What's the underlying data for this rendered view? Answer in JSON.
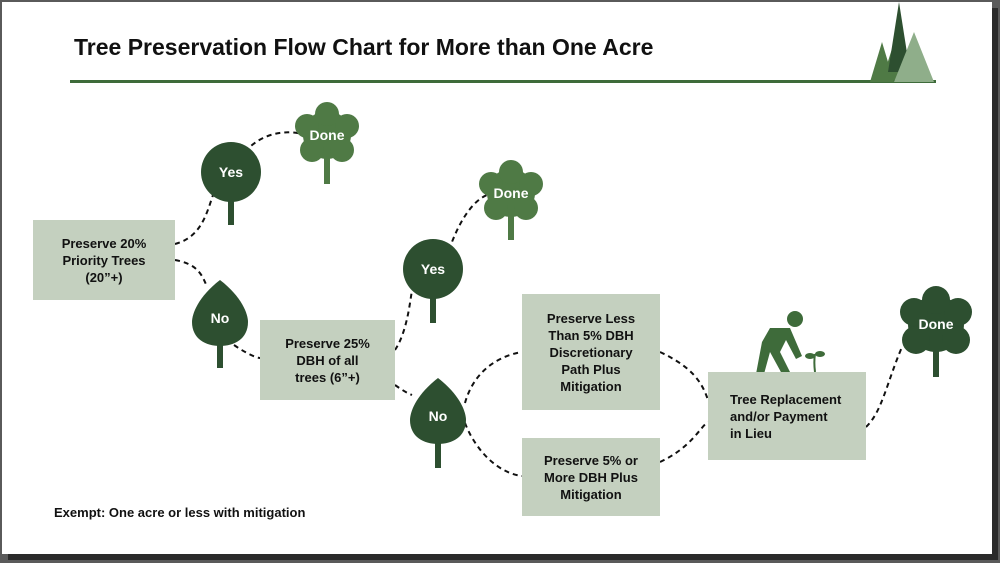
{
  "title": "Tree Preservation Flow Chart for More than One Acre",
  "colors": {
    "dark_green": "#2d4f30",
    "mid_green": "#4f7a45",
    "light_green": "#7fa07a",
    "box_fill": "#c4d0bf",
    "rule": "#3e6b3a"
  },
  "boxes": {
    "priority": [
      "Preserve 20%",
      "Priority Trees",
      "(20”+)"
    ],
    "dbh25": [
      "Preserve 25%",
      "DBH of all",
      "trees (6”+)"
    ],
    "less5": [
      "Preserve Less",
      "Than 5% DBH",
      "Discretionary",
      "Path Plus",
      "Mitigation"
    ],
    "more5": [
      "Preserve 5% or",
      "More DBH Plus",
      "Mitigation"
    ],
    "replacement": [
      "Tree Replacement",
      "and/or Payment",
      "in Lieu"
    ]
  },
  "nodes": {
    "yes1": "Yes",
    "no1": "No",
    "done1": "Done",
    "yes2": "Yes",
    "no2": "No",
    "done2": "Done",
    "done3": "Done"
  },
  "icons": {
    "header": "pine-trees-icon",
    "planter": "person-planting-icon"
  },
  "note": "Exempt: One acre or less with mitigation"
}
